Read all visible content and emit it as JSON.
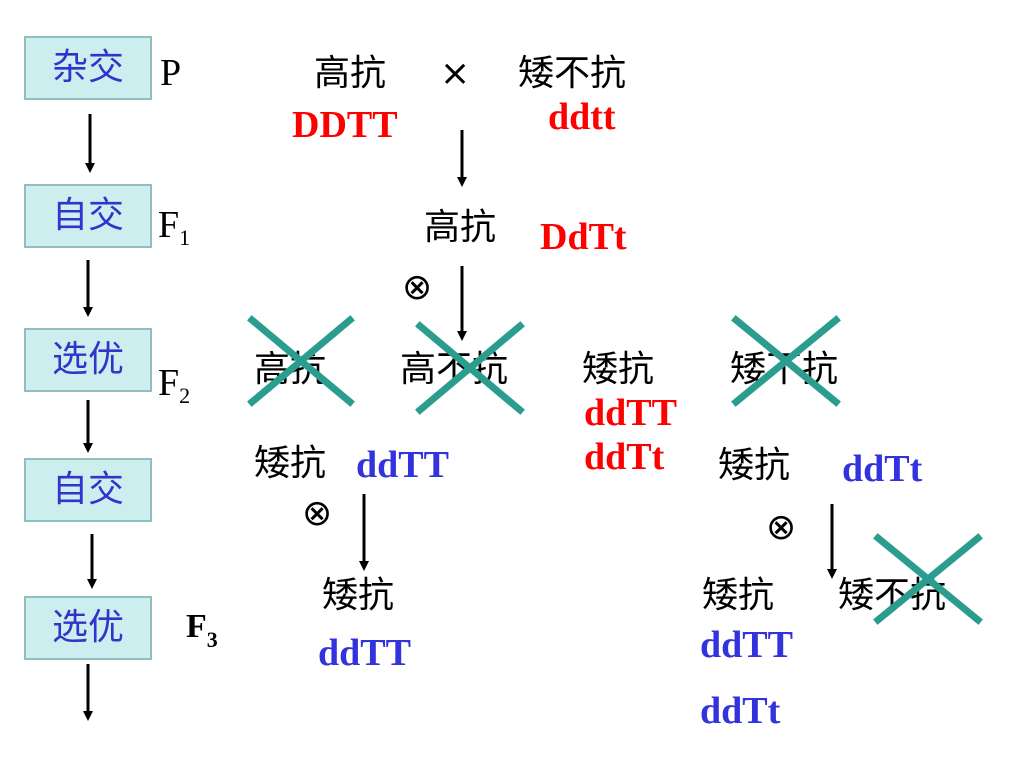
{
  "steps": [
    {
      "label": "杂交"
    },
    {
      "label": "自交"
    },
    {
      "label": "选优"
    },
    {
      "label": "自交"
    },
    {
      "label": "选优"
    }
  ],
  "generations": {
    "p": "P",
    "f1": "F",
    "f1_sub": "1",
    "f2": "F",
    "f2_sub": "2",
    "f3": "F",
    "f3_sub": "3"
  },
  "cross": {
    "parent1": "高抗",
    "times": "×",
    "parent2": "矮不抗",
    "parent1_genotype": "DDTT",
    "parent2_genotype": "ddtt"
  },
  "f1": {
    "phenotype": "高抗",
    "genotype": "DdTt"
  },
  "selfing_symbol": "⊗",
  "f2": {
    "phenotypes": [
      "高抗",
      "高不抗",
      "矮抗",
      "矮不抗"
    ],
    "selected_genotypes": [
      "ddTT",
      "ddTt"
    ]
  },
  "branch_left": {
    "label": "矮抗",
    "genotype": "ddTT",
    "offspring": "矮抗",
    "offspring_genotype": "ddTT"
  },
  "branch_right": {
    "label": "矮抗",
    "genotype": "ddTt",
    "offspring": [
      "矮抗",
      "矮不抗"
    ],
    "offspring_genotypes": [
      "ddTT",
      "ddTt"
    ]
  },
  "colors": {
    "box_fill": "#cceeee",
    "box_text": "#3333cc",
    "genotype_red": "#ff0000",
    "genotype_blue": "#3333dd",
    "cross_mark": "#2a9d8f"
  }
}
